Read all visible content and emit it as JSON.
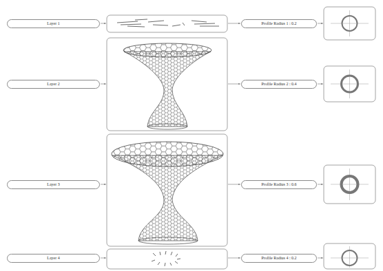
{
  "diagram": {
    "nodes": [
      {
        "text": [
          "Layer 1"
        ]
      },
      {
        "text": [
          "Profile Radius 1 : 0.2"
        ]
      },
      {
        "text": [
          "Layer 2"
        ]
      },
      {
        "text": [
          "Profile Radius 2 : 0.4"
        ]
      },
      {
        "text": [
          "Layer 3"
        ]
      },
      {
        "text": [
          "Profile Radius 3 : 0.6"
        ]
      },
      {
        "text": [
          "Layer 4"
        ]
      },
      {
        "text": [
          "Profile Radius 4 : 0.2"
        ]
      }
    ]
  }
}
